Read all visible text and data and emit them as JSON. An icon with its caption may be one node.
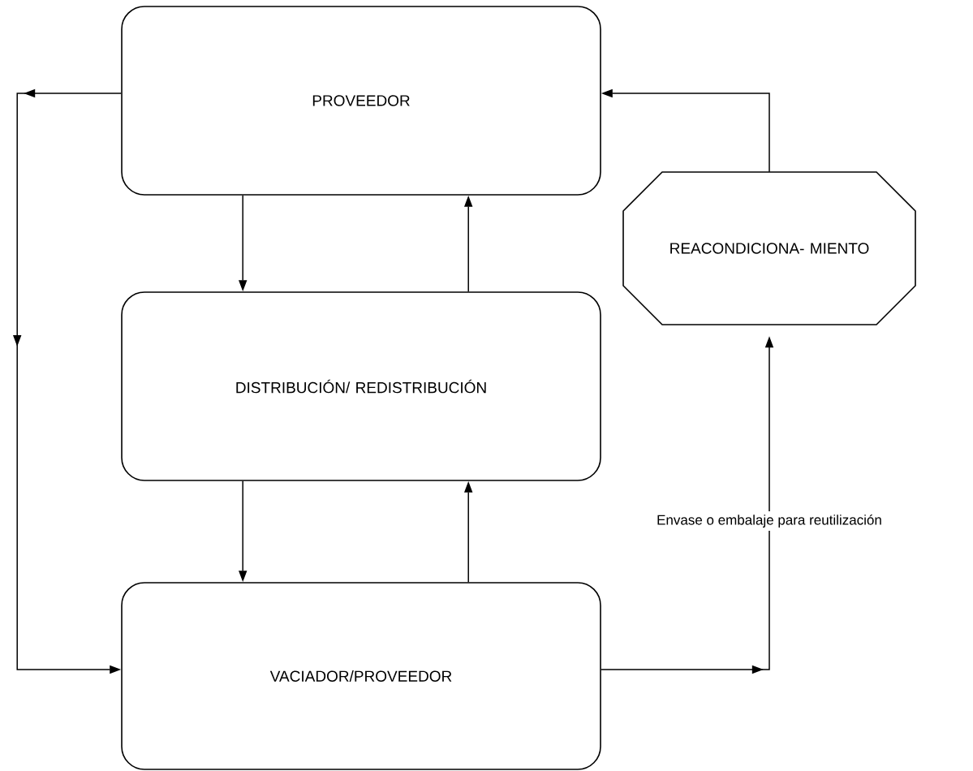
{
  "diagram": {
    "nodes": [
      {
        "text": [
          "PROVEEDOR"
        ]
      },
      {
        "text": [
          "REACONDICIONA- MIENTO"
        ]
      },
      {
        "text": [
          "DISTRIBUCIÓN/ REDISTRIBUCIÓN"
        ]
      },
      {
        "text": [
          "VACIADOR/PROVEEDOR"
        ]
      }
    ],
    "edges": [
      {
        "from": 0,
        "to": 2,
        "arrow": "to"
      },
      {
        "from": 2,
        "to": 0,
        "arrow": "to"
      },
      {
        "from": 2,
        "to": 3,
        "arrow": "to"
      },
      {
        "from": 3,
        "to": 2,
        "arrow": "to"
      },
      {
        "from": 0,
        "to": 3,
        "arrow": "to"
      },
      {
        "from": 1,
        "to": 0,
        "arrow": "to"
      },
      {
        "from": 3,
        "to": 1,
        "arrow": "to",
        "label": "Envase o embalaje para reutilización"
      }
    ]
  }
}
